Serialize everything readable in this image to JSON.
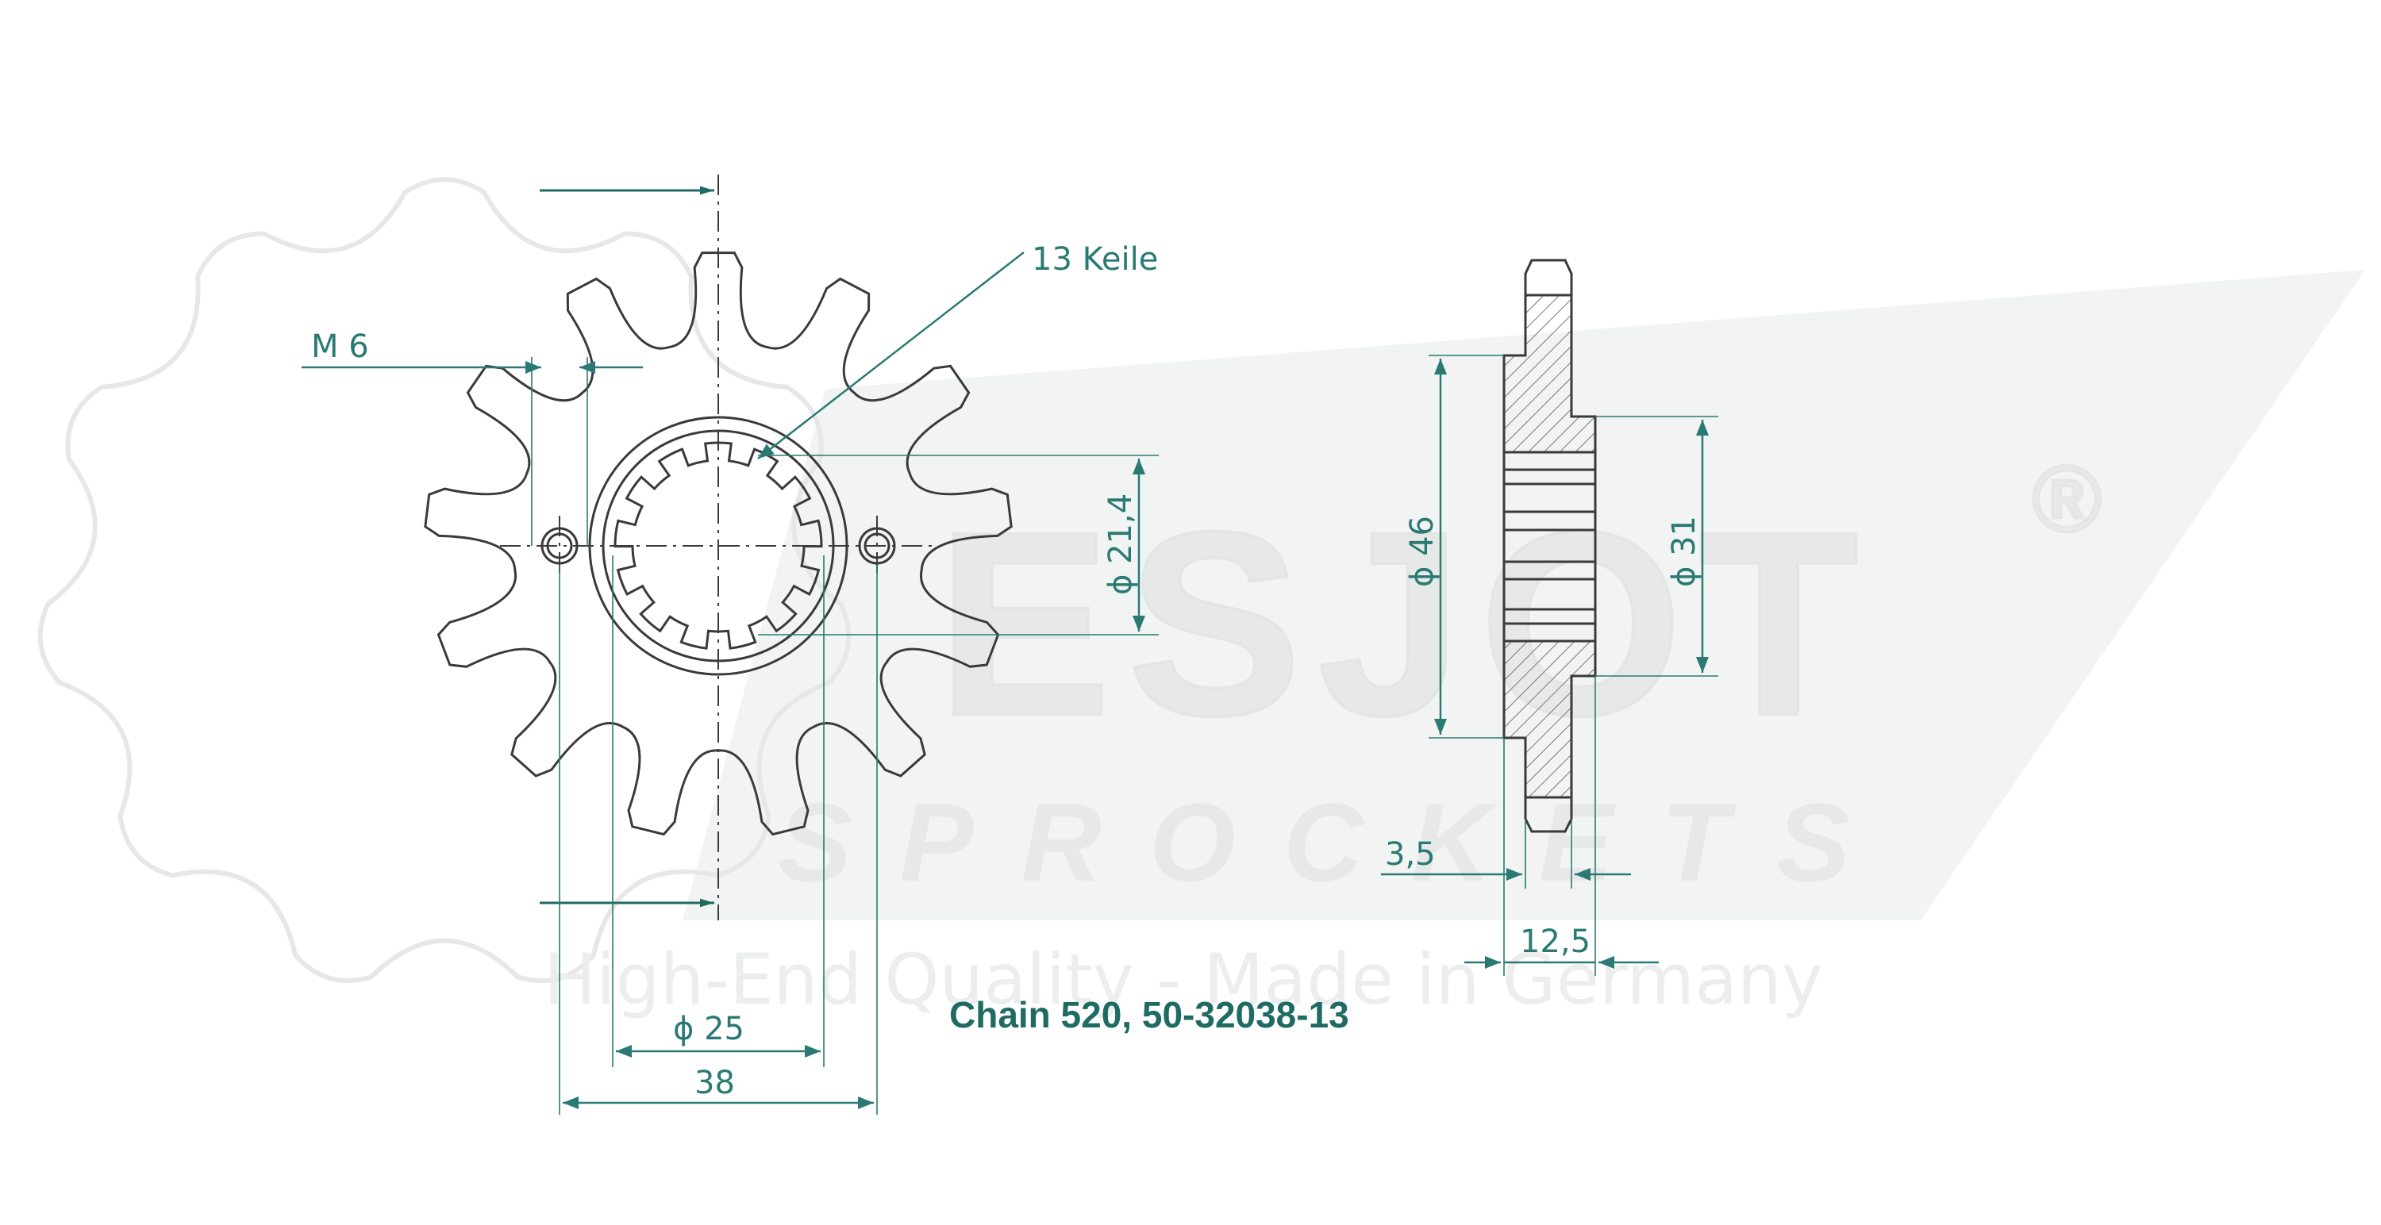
{
  "brand": {
    "logo_text": "ESJOT",
    "logo_sub": "SPROCKETS",
    "slogan": "High-End Quality - Made in Germany",
    "registered_mark": "®"
  },
  "labels": {
    "keile": "13 Keile",
    "m6": "M 6",
    "d214": "ϕ 21,4",
    "d46": "ϕ 46",
    "d31": "ϕ 31",
    "d25": "ϕ 25",
    "l38": "38",
    "l35": "3,5",
    "l125": "12,5",
    "title": "Chain 520, 50-32038-13"
  },
  "colors": {
    "dimension": "#2a7a73",
    "outline": "#3a3a3a",
    "title": "#1f6b63",
    "watermark": "#e7e9e9"
  },
  "sprocket": {
    "teeth": 13,
    "splines": 13,
    "bolt_holes": 2
  }
}
